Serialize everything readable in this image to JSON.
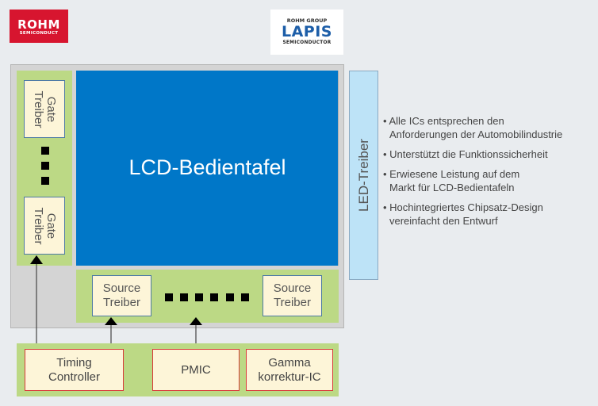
{
  "logos": {
    "rohm": {
      "name": "ROHM",
      "sub": "SEMICONDUCT",
      "color": "#d7152f"
    },
    "lapis": {
      "group": "ROHM GROUP",
      "name": "LAPIS",
      "sub": "SEMICONDUCTOR",
      "color": "#1d5ea8"
    }
  },
  "panel": {
    "lcd_label": "LCD-Bedientafel",
    "gate_drivers": [
      {
        "line1": "Gate",
        "line2": "Treiber"
      },
      {
        "line1": "Gate",
        "line2": "Treiber"
      }
    ],
    "source_drivers": [
      {
        "line1": "Source",
        "line2": "Treiber"
      },
      {
        "line1": "Source",
        "line2": "Treiber"
      }
    ]
  },
  "led_driver": {
    "label": "LED-Treiber"
  },
  "bullets": [
    {
      "line1": "• Alle ICs entsprechen den",
      "line2": "Anforderungen der Automobilindustrie"
    },
    {
      "line1": "•  Unterstützt die Funktionssicherheit",
      "line2": ""
    },
    {
      "line1": "• Erwiesene Leistung auf dem",
      "line2": "Markt für LCD-Bedientafeln"
    },
    {
      "line1": "• Hochintegriertes Chipsatz-Design",
      "line2": "vereinfacht den Entwurf"
    }
  ],
  "bottom_ics": {
    "timing": {
      "line1": "Timing",
      "line2": "Controller"
    },
    "pmic": {
      "line1": "PMIC"
    },
    "gamma": {
      "line1": "Gamma",
      "line2": "korrektur-IC"
    }
  },
  "colors": {
    "background": "#e9ecef",
    "lcd_blue": "#0077c8",
    "green_block": "#bcd985",
    "driver_fill": "#fdf5d8",
    "led_blue": "#bde3f7"
  }
}
